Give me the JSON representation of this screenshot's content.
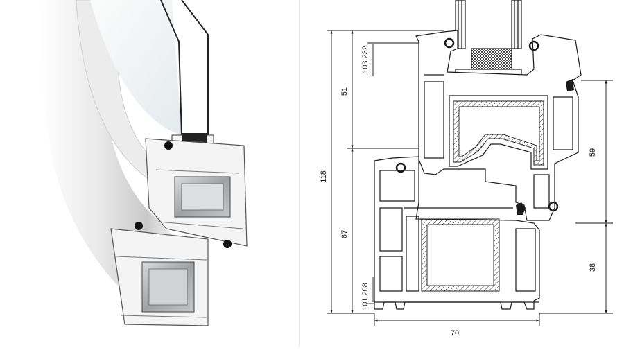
{
  "dimensions": {
    "total_height": "118",
    "sash_height": "51",
    "frame_height": "67",
    "right_height": "59",
    "right_lower": "38",
    "width": "70",
    "profile_sash": "103.232",
    "profile_frame": "101.208"
  },
  "colors": {
    "pvc": "#f2f2f2",
    "pvc_shade": "#d4d4d4",
    "line": "#1a1a1a",
    "steel": "#b5b8bb",
    "glass": "#dfe7ea",
    "gasket": "#111111"
  }
}
